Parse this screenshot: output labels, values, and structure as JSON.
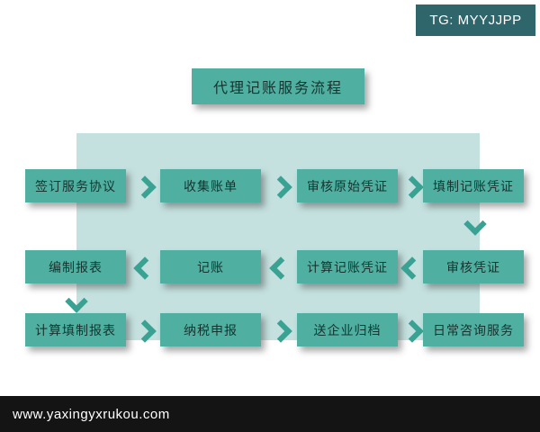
{
  "badge": {
    "label": "TG: MYYJJPP"
  },
  "title": "代理记账服务流程",
  "flow": {
    "rows": [
      {
        "direction": "right",
        "boxes": [
          "签订服务协议",
          "收集账单",
          "审核原始凭证",
          "填制记账凭证"
        ]
      },
      {
        "direction": "left",
        "boxes": [
          "编制报表",
          "记账",
          "计算记账凭证",
          "审核凭证"
        ]
      },
      {
        "direction": "right",
        "boxes": [
          "计算填制报表",
          "纳税申报",
          "送企业归档",
          "日常咨询服务"
        ]
      }
    ]
  },
  "footer": {
    "url": "www.yaxingyxrukou.com"
  },
  "colors": {
    "box": "#4fb0a2",
    "arrow": "#3aa293",
    "badge": "#2e666c",
    "panel": "#9fcfcc",
    "footer": "#141414",
    "boxtext": "#16332f"
  }
}
